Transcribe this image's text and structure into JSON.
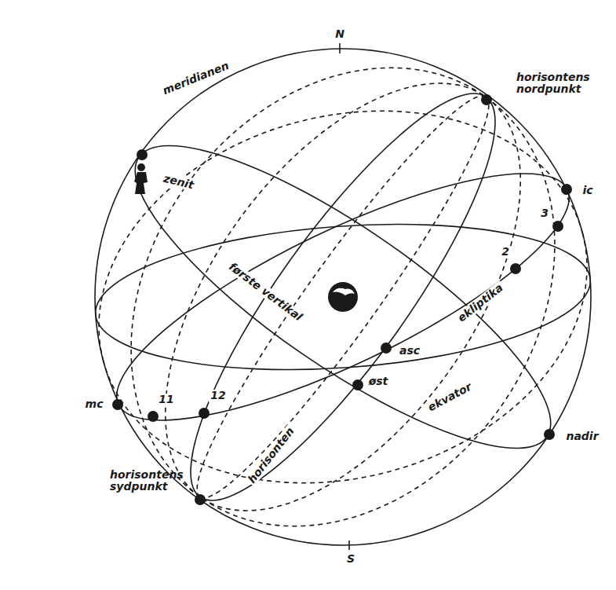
{
  "diagram": {
    "labels": [
      "N",
      "meridianen",
      "horisontens nordpunkt",
      "zenit",
      "ic",
      "3",
      "2",
      "ekliptika",
      "første vertikal",
      "asc",
      "øst",
      "ekvator",
      "mc",
      "11",
      "12",
      "horisonten",
      "horisontens sydpunkt",
      "nadir",
      "S"
    ]
  }
}
